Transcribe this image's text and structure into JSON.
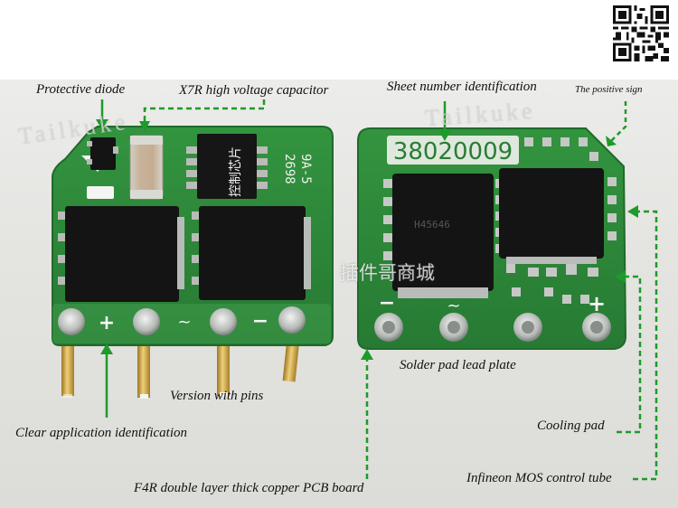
{
  "labels": {
    "protective_diode": "Protective diode",
    "x7r_capacitor": "X7R high voltage capacitor",
    "sheet_number": "Sheet number identification",
    "positive_sign": "The positive sign",
    "solder_pad": "Solder pad lead plate",
    "version_pins": "Version with pins",
    "clear_application": "Clear application identification",
    "cooling_pad": "Cooling pad",
    "infineon_mos": "Infineon MOS control tube",
    "pcb_board": "F4R double layer thick copper PCB board"
  },
  "watermarks": {
    "brand_left": "Tailkuke",
    "brand_right": "Tailkuke",
    "chinese": "插件哥商城"
  },
  "board_markings": {
    "serial": "38020009",
    "chip_label": "控制芯片",
    "side_code_1": "2698",
    "side_code_2": "9A-5",
    "mos_code": "H45646",
    "plus_sign": "+",
    "minus_sign": "−",
    "tilde_sign": "~"
  },
  "colors": {
    "pcb_green": "#2e8a3c",
    "pcb_edge": "#25732f",
    "callout_green": "#1f9a2a",
    "chip_black": "#151515",
    "silver_pad": "#b9bdb9",
    "gold_pin": "#d1a645"
  }
}
